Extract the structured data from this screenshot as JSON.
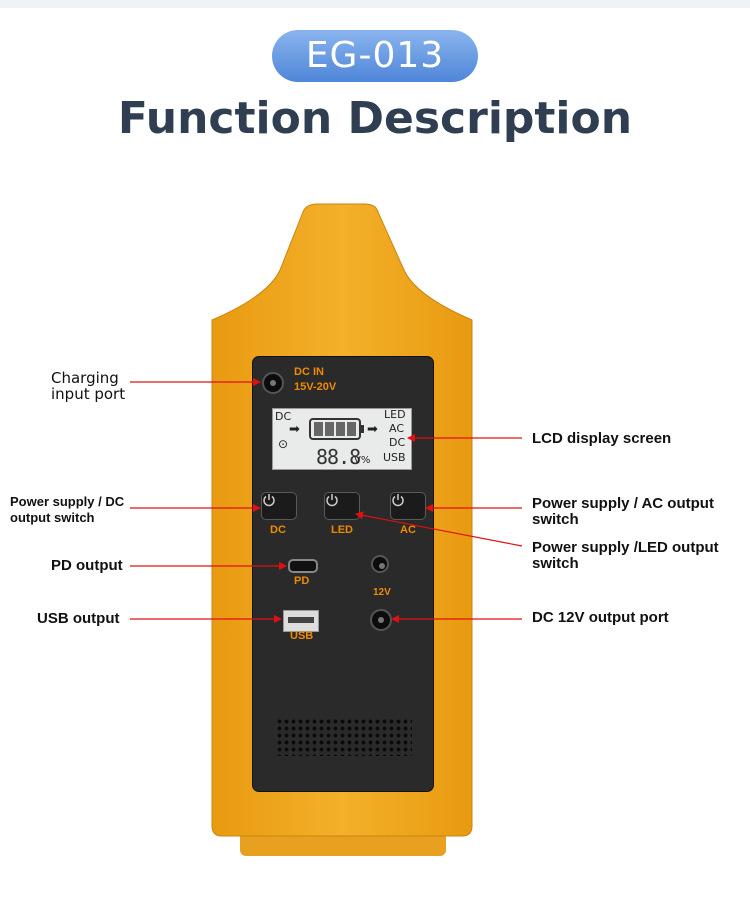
{
  "header": {
    "model": "EG-013",
    "title": "Function Description"
  },
  "device": {
    "dc_in_label": "DC  IN",
    "dc_in_voltage": "15V-20V",
    "lcd": {
      "left_top": "DC",
      "right_labels": [
        "LED",
        "AC",
        "DC",
        "USB"
      ],
      "digits": "88.8",
      "units": "V%"
    },
    "buttons": [
      {
        "label": "DC"
      },
      {
        "label": "LED"
      },
      {
        "label": "AC"
      }
    ],
    "pd_label": "PD",
    "usb_label": "USB",
    "dc12_label": "12V"
  },
  "callouts": {
    "charging": "Charging\ninput port",
    "lcd": "LCD display screen",
    "dc_switch_line1": "Power supply / DC",
    "dc_switch_line2": "output switch",
    "ac_switch_line1": "Power supply / AC output",
    "ac_switch_line2": "switch",
    "led_switch_line1": "Power supply /LED output",
    "led_switch_line2": "switch",
    "pd": "PD output",
    "usb": "USB output",
    "dc12": "DC 12V output port"
  },
  "colors": {
    "body": "#f0a818",
    "pill": "#5a8fdc",
    "title": "#2f3e50",
    "arrow": "#e01010"
  }
}
